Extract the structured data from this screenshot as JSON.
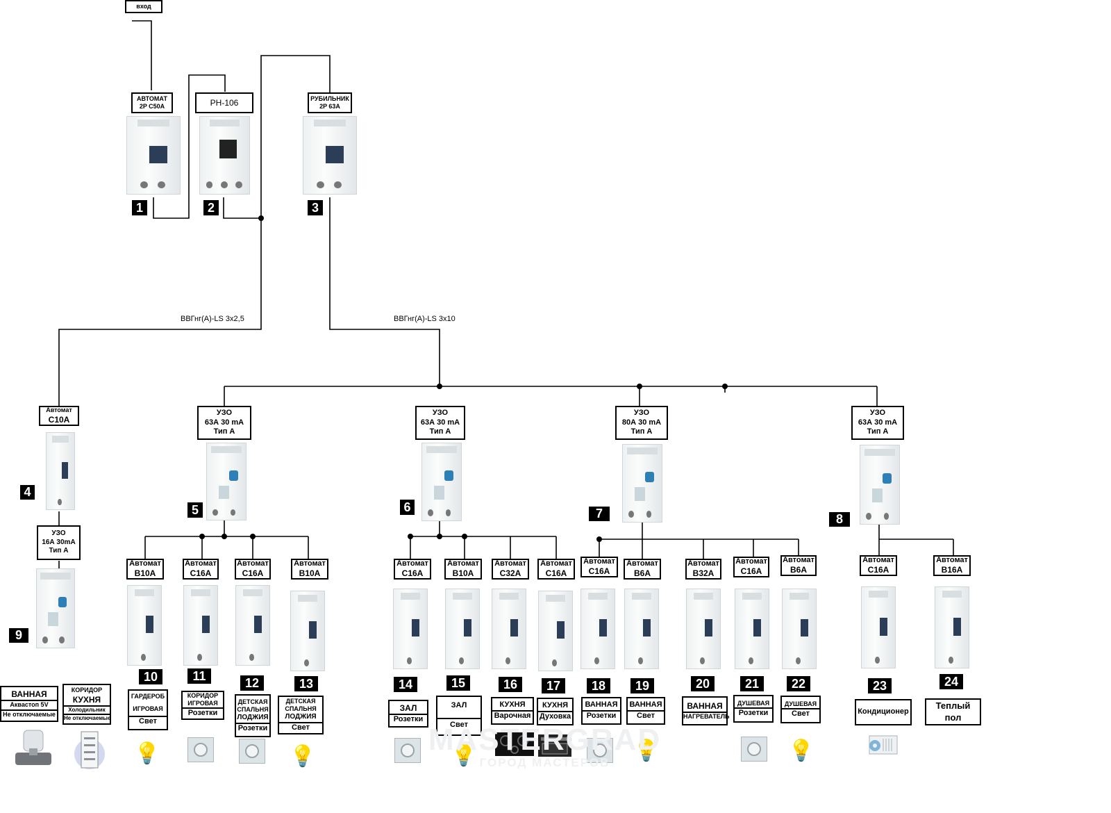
{
  "top": {
    "input": "вход",
    "breaker_main": [
      "АВТОМАТ",
      "2P C50A"
    ],
    "relay": "РН-106",
    "switch": [
      "РУБИЛЬНИК",
      "2P 63A"
    ],
    "cable_left": "ВВГнг(А)-LS 3х2,5",
    "cable_right": "ВВГнг(А)-LS 3х10"
  },
  "left": {
    "breaker": [
      "Автомат",
      "С10А"
    ],
    "rcd": [
      "УЗО",
      "16А 30mA",
      "Тип А"
    ],
    "bath_group": {
      "title": "ВАННАЯ",
      "l1": "Аквастоп 5V",
      "l2": "Не отключаемые"
    },
    "corr_group": {
      "title1": "КОРИДОР",
      "title2": "КУХНЯ",
      "l1": "Холодильник",
      "l2": "Не отключаемые"
    }
  },
  "rcds": [
    [
      "УЗО",
      "63А 30 mA",
      "Тип А"
    ],
    [
      "УЗО",
      "63А 30 mA",
      "Тип А"
    ],
    [
      "УЗО",
      "80А 30 mA",
      "Тип А"
    ],
    [
      "УЗО",
      "63А 30 mA",
      "Тип А"
    ]
  ],
  "numbers": [
    "1",
    "2",
    "3",
    "4",
    "5",
    "6",
    "7",
    "8",
    "9",
    "10",
    "11",
    "12",
    "13",
    "14",
    "15",
    "16",
    "17",
    "18",
    "19",
    "20",
    "21",
    "22",
    "23",
    "24"
  ],
  "circuits": [
    {
      "breaker": [
        "Автомат",
        "В10А"
      ],
      "dest": [
        "ГАРДЕРОБ",
        "ИГРОВАЯ"
      ],
      "type": "Свет"
    },
    {
      "breaker": [
        "Автомат",
        "С16А"
      ],
      "dest": [
        "КОРИДОР",
        "ИГРОВАЯ"
      ],
      "type": "Розетки"
    },
    {
      "breaker": [
        "Автомат",
        "С16А"
      ],
      "dest": [
        "ДЕТСКАЯ",
        "СПАЛЬНЯ",
        "ЛОДЖИЯ"
      ],
      "type": "Розетки"
    },
    {
      "breaker": [
        "Автомат",
        "В10А"
      ],
      "dest": [
        "ДЕТСКАЯ",
        "СПАЛЬНЯ",
        "ЛОДЖИЯ"
      ],
      "type": "Свет"
    },
    {
      "breaker": [
        "Автомат",
        "С16А"
      ],
      "dest": [
        "ЗАЛ"
      ],
      "type": "Розетки"
    },
    {
      "breaker": [
        "Автомат",
        "В10А"
      ],
      "dest": [
        "ЗАЛ"
      ],
      "type": "Свет"
    },
    {
      "breaker": [
        "Автомат",
        "С32А"
      ],
      "dest": [
        "КУХНЯ"
      ],
      "type": "Варочная"
    },
    {
      "breaker": [
        "Автомат",
        "С16А"
      ],
      "dest": [
        "КУХНЯ"
      ],
      "type": "Духовка"
    },
    {
      "breaker": [
        "Автомат",
        "С16А"
      ],
      "dest": [
        "ВАННАЯ"
      ],
      "type": "Розетки"
    },
    {
      "breaker": [
        "Автомат",
        "В6А"
      ],
      "dest": [
        "ВАННАЯ"
      ],
      "type": "Свет"
    },
    {
      "breaker": [
        "Автомат",
        "В32А"
      ],
      "dest": [
        "ВАННАЯ"
      ],
      "type": "НАГРЕВАТЕЛЬ"
    },
    {
      "breaker": [
        "Автомат",
        "С16А"
      ],
      "dest": [
        "ДУШЕВАЯ"
      ],
      "type": "Розетки"
    },
    {
      "breaker": [
        "Автомат",
        "В6А"
      ],
      "dest": [
        "ДУШЕВАЯ"
      ],
      "type": "Свет"
    },
    {
      "breaker": [
        "Автомат",
        "С16А"
      ],
      "dest": [
        "Кондиционер"
      ],
      "type": ""
    },
    {
      "breaker": [
        "Автомат",
        "В16А"
      ],
      "dest": [
        "Теплый",
        "пол"
      ],
      "type": ""
    }
  ],
  "watermark": {
    "brand": "MASTERGRAD",
    "tagline": "ГОРОД МАСТЕРОВ"
  },
  "icons": [
    "socket-icon",
    "light-bulb-icon",
    "cooktop-icon",
    "oven-icon",
    "air-conditioner-icon",
    "water-valve-icon",
    "refrigerator-icon"
  ]
}
